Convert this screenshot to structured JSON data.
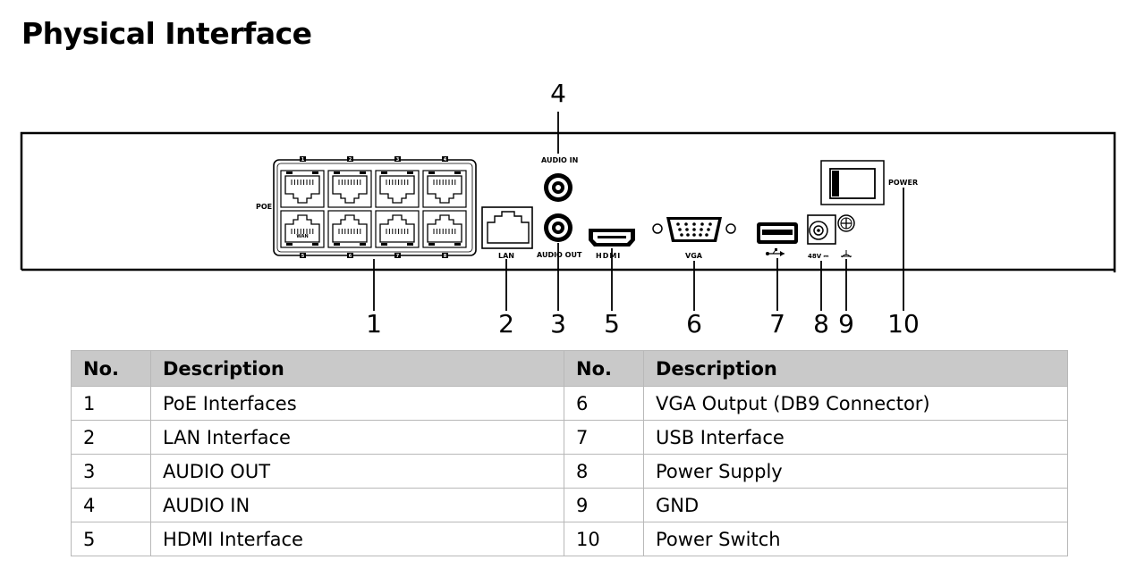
{
  "title": "Physical Interface",
  "panel_labels": {
    "poe": "POE",
    "audio_in": "AUDIO IN",
    "audio_out": "AUDIO OUT",
    "lan": "LAN",
    "hdmi": "HDMI",
    "vga": "VGA",
    "dc": "48V ⎓",
    "power": "POWER",
    "wan": "WAN",
    "port_numbers_top": [
      "1",
      "2",
      "3",
      "4"
    ],
    "port_numbers_bottom": [
      "5",
      "6",
      "7",
      "8"
    ]
  },
  "callouts": [
    "1",
    "2",
    "3",
    "4",
    "5",
    "6",
    "7",
    "8",
    "9",
    "10"
  ],
  "table": {
    "headers": [
      "No.",
      "Description",
      "No.",
      "Description"
    ],
    "rows": [
      {
        "no_a": "1",
        "desc_a": "PoE Interfaces",
        "no_b": "6",
        "desc_b": "VGA Output (DB9 Connector)"
      },
      {
        "no_a": "2",
        "desc_a": "LAN Interface",
        "no_b": "7",
        "desc_b": "USB Interface"
      },
      {
        "no_a": "3",
        "desc_a": "AUDIO OUT",
        "no_b": "8",
        "desc_b": "Power Supply"
      },
      {
        "no_a": "4",
        "desc_a": "AUDIO IN",
        "no_b": "9",
        "desc_b": "GND"
      },
      {
        "no_a": "5",
        "desc_a": "HDMI Interface",
        "no_b": "10",
        "desc_b": "Power Switch"
      }
    ]
  }
}
